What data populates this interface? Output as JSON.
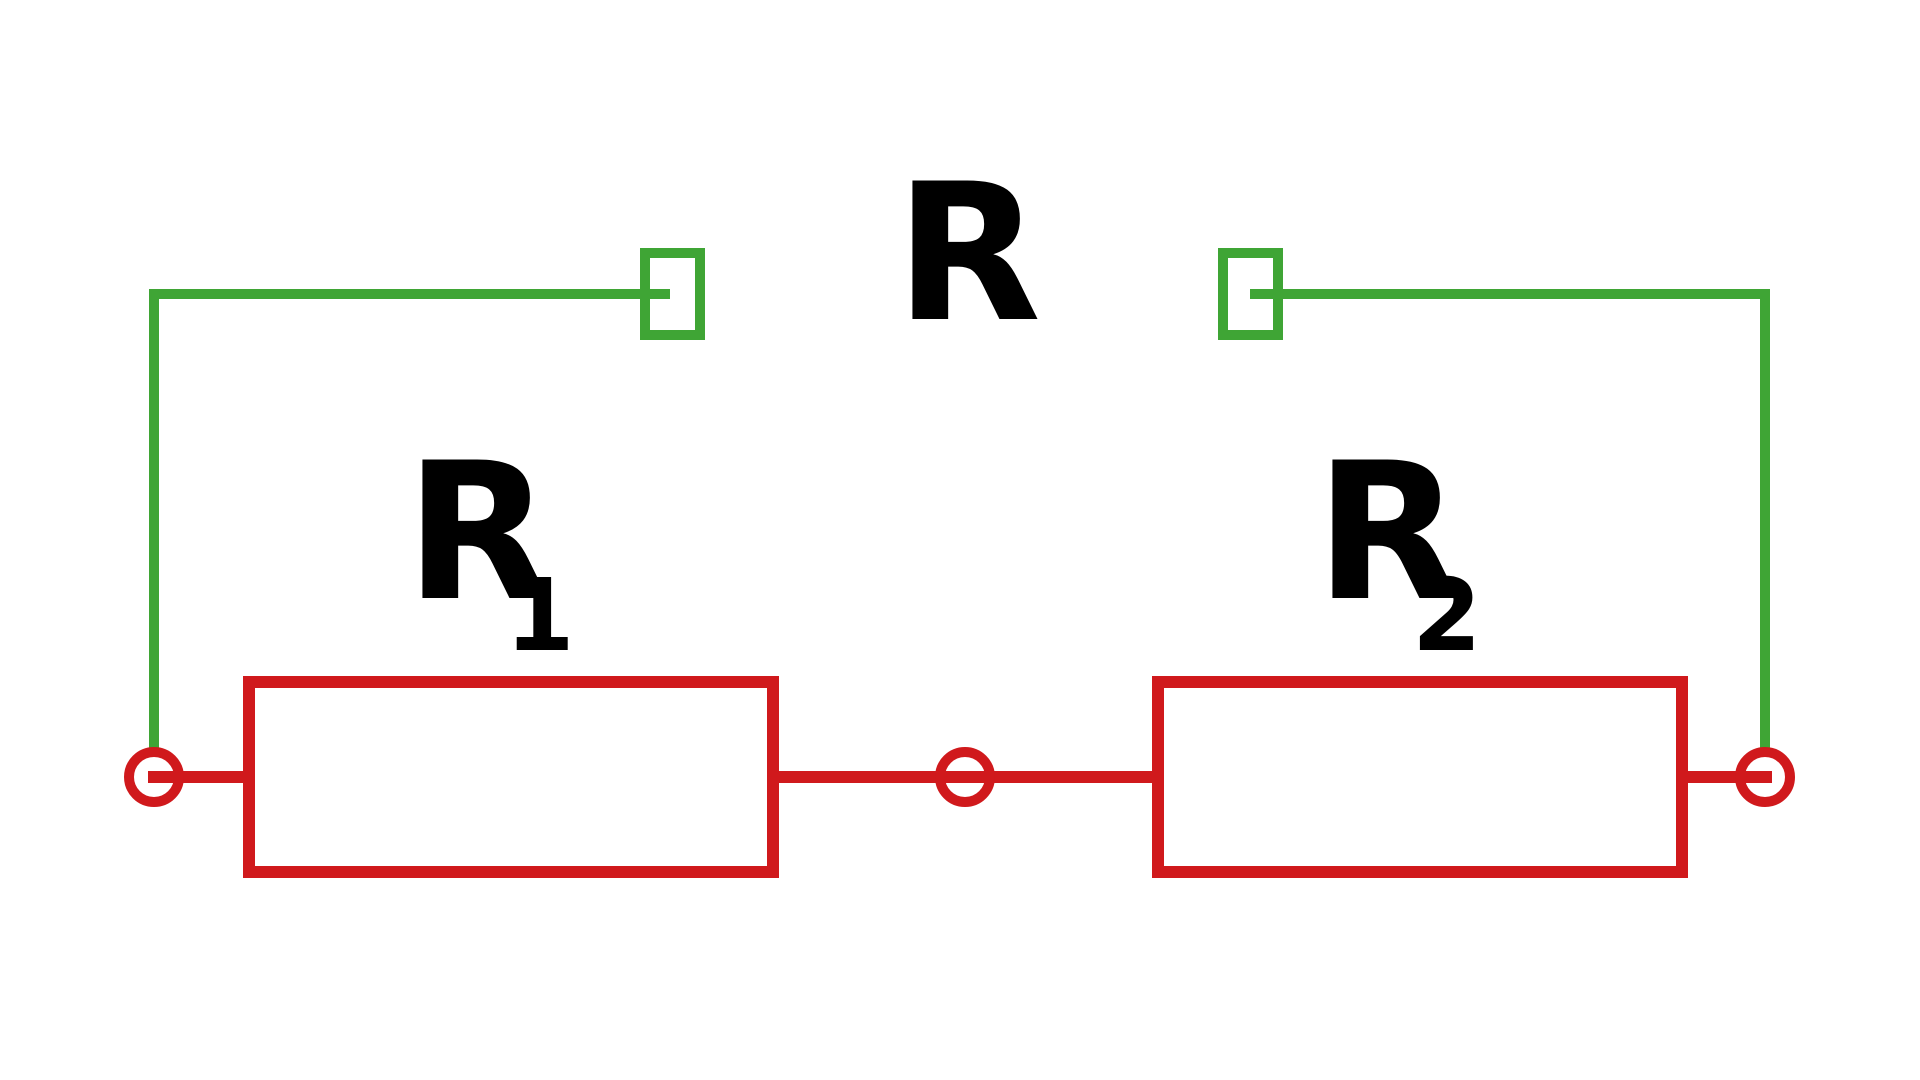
{
  "diagram": {
    "type": "series-resistor-circuit",
    "colors": {
      "circuit": "#d0191c",
      "measurement": "#3fa535",
      "text": "#000000",
      "background": "#ffffff"
    },
    "labels": {
      "total": "R",
      "r1": {
        "letter": "R",
        "subscript": "1"
      },
      "r2": {
        "letter": "R",
        "subscript": "2"
      }
    },
    "components": [
      {
        "name": "resistor-r1",
        "kind": "resistor"
      },
      {
        "name": "resistor-r2",
        "kind": "resistor"
      }
    ],
    "nodes": [
      "left-terminal",
      "middle-node",
      "right-terminal"
    ]
  }
}
